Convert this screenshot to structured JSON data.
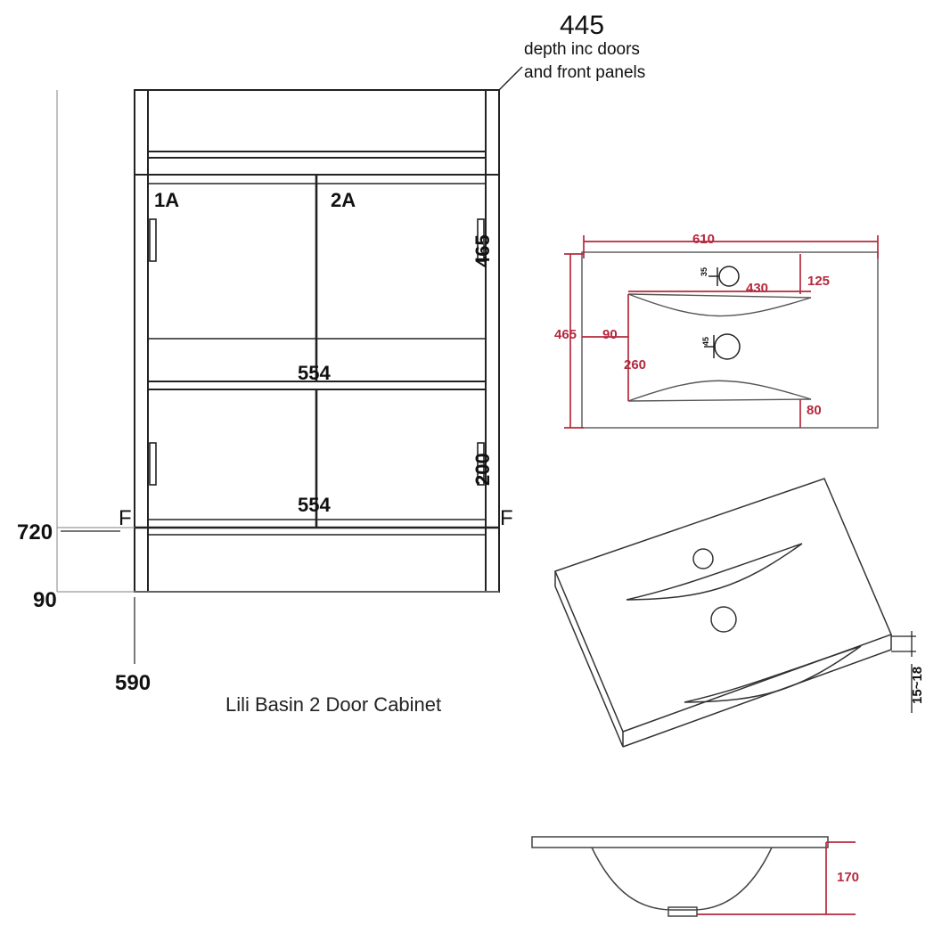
{
  "document": {
    "title": "Lili Basin 2 Door Cabinet",
    "type": "technical-dimension-drawing",
    "units": "mm"
  },
  "colors": {
    "line": "#222222",
    "dimension_red": "#b5293d",
    "background": "#ffffff"
  },
  "cabinet_elevation": {
    "depth_callout": {
      "value": "445",
      "note_line1": "depth inc doors",
      "note_line2": "and front panels"
    },
    "door_labels": {
      "left": "1A",
      "right": "2A"
    },
    "door_heights": {
      "upper": "465",
      "lower": "200"
    },
    "door_widths": {
      "upper": "554",
      "lower": "554"
    },
    "floor_markers": {
      "left": "F",
      "right": "F"
    },
    "overall_height": "720",
    "plinth_height": "90",
    "overall_width": "590",
    "caption": "Lili Basin 2 Door Cabinet"
  },
  "basin_plan": {
    "overall_width": "610",
    "overall_depth": "465",
    "left_offset": "90",
    "bowl_offset_front": "260",
    "bowl_width": "430",
    "right_offset": "125",
    "front_offset": "80",
    "tap_hole_upper": "35",
    "tap_hole_lower": "45"
  },
  "basin_iso": {
    "edge_thickness": "15~18"
  },
  "basin_section": {
    "bowl_depth": "170"
  }
}
